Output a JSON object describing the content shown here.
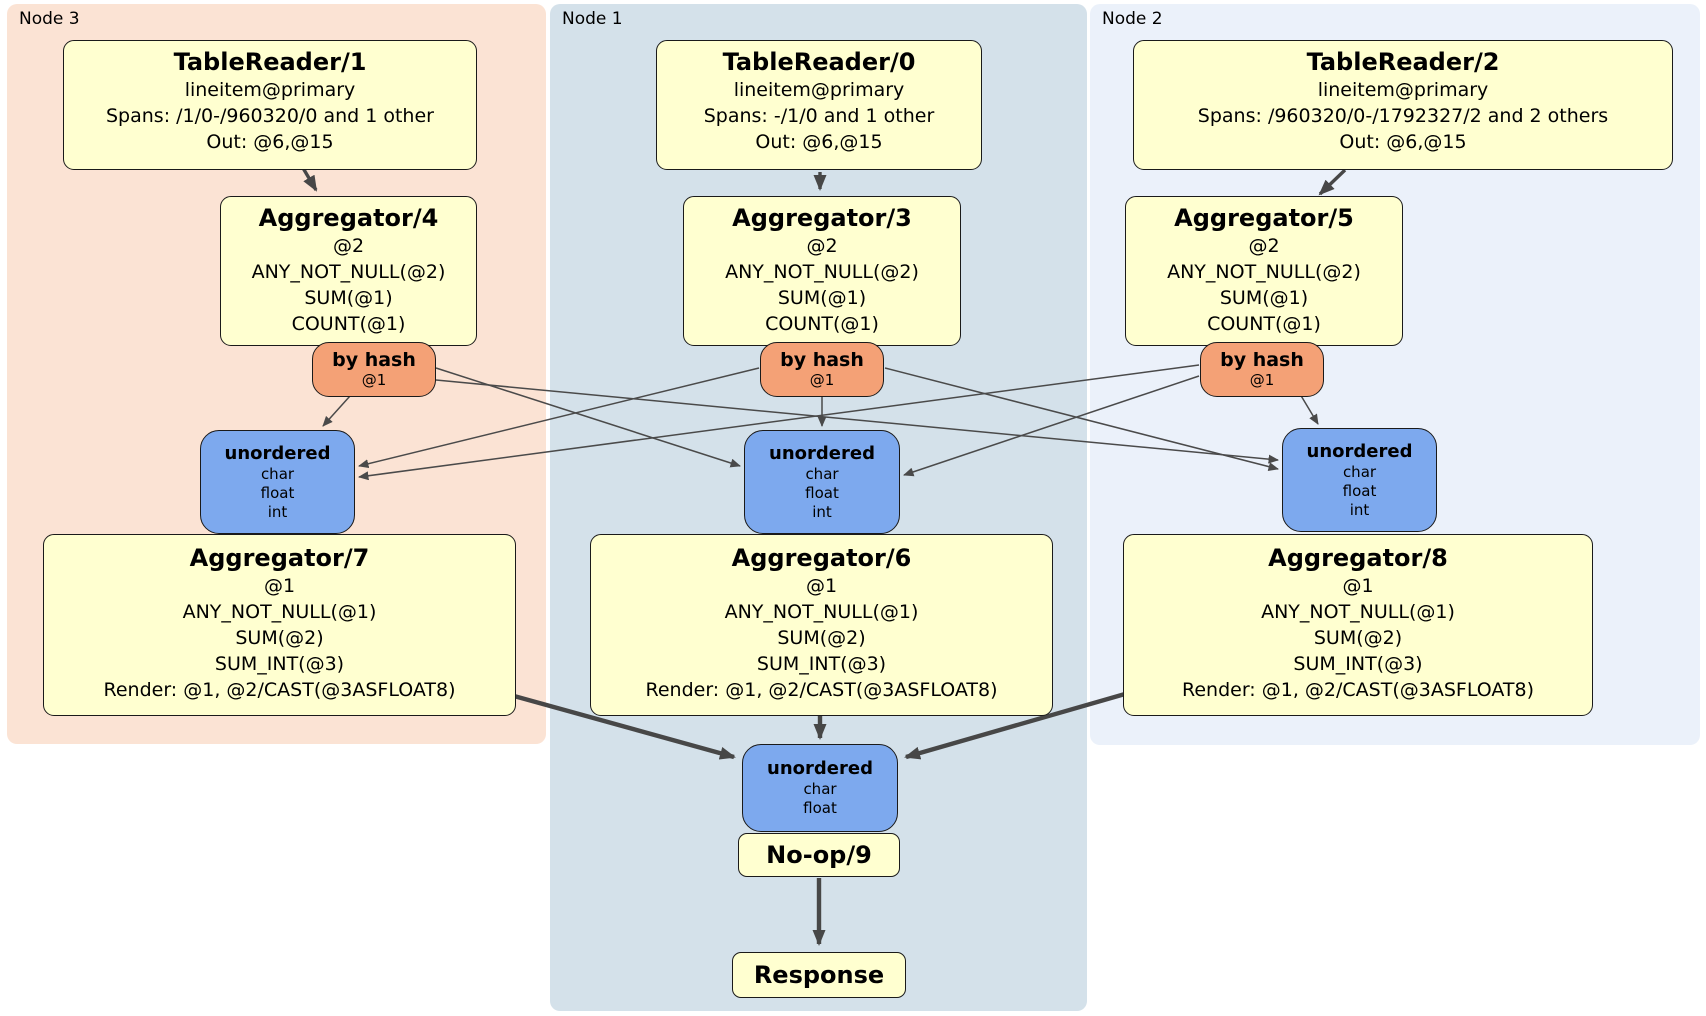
{
  "diagram_type": "distributed-sql-plan",
  "colors": {
    "panel_node3": "#fbe3d4",
    "panel_node1": "#d4e1ea",
    "panel_node2": "#ebf1fa",
    "processor_fill": "#ffffd0",
    "router_fill": "#f4a176",
    "sync_fill": "#7da9ee",
    "edge": "#4a4a4a",
    "background": "#ffffff"
  },
  "nodes": [
    {
      "label": "Node 3",
      "table_reader": {
        "title": "TableReader/1",
        "lines": [
          "lineitem@primary",
          "Spans: /1/0-/960320/0 and 1 other",
          "Out: @6,@15"
        ]
      },
      "aggregator_top": {
        "title": "Aggregator/4",
        "lines": [
          "@2",
          "ANY_NOT_NULL(@2)",
          "SUM(@1)",
          "COUNT(@1)"
        ]
      },
      "router": {
        "title": "by hash",
        "key": "@1"
      },
      "sync": {
        "title": "unordered",
        "types": [
          "char",
          "float",
          "int"
        ]
      },
      "aggregator_bottom": {
        "title": "Aggregator/7",
        "lines": [
          "@1",
          "ANY_NOT_NULL(@1)",
          "SUM(@2)",
          "SUM_INT(@3)",
          "Render: @1, @2/CAST(@3ASFLOAT8)"
        ]
      }
    },
    {
      "label": "Node 1",
      "table_reader": {
        "title": "TableReader/0",
        "lines": [
          "lineitem@primary",
          "Spans: -/1/0 and 1 other",
          "Out: @6,@15"
        ]
      },
      "aggregator_top": {
        "title": "Aggregator/3",
        "lines": [
          "@2",
          "ANY_NOT_NULL(@2)",
          "SUM(@1)",
          "COUNT(@1)"
        ]
      },
      "router": {
        "title": "by hash",
        "key": "@1"
      },
      "sync": {
        "title": "unordered",
        "types": [
          "char",
          "float",
          "int"
        ]
      },
      "aggregator_bottom": {
        "title": "Aggregator/6",
        "lines": [
          "@1",
          "ANY_NOT_NULL(@1)",
          "SUM(@2)",
          "SUM_INT(@3)",
          "Render: @1, @2/CAST(@3ASFLOAT8)"
        ]
      }
    },
    {
      "label": "Node 2",
      "table_reader": {
        "title": "TableReader/2",
        "lines": [
          "lineitem@primary",
          "Spans: /960320/0-/1792327/2 and 2 others",
          "Out: @6,@15"
        ]
      },
      "aggregator_top": {
        "title": "Aggregator/5",
        "lines": [
          "@2",
          "ANY_NOT_NULL(@2)",
          "SUM(@1)",
          "COUNT(@1)"
        ]
      },
      "router": {
        "title": "by hash",
        "key": "@1"
      },
      "sync": {
        "title": "unordered",
        "types": [
          "char",
          "float",
          "int"
        ]
      },
      "aggregator_bottom": {
        "title": "Aggregator/8",
        "lines": [
          "@1",
          "ANY_NOT_NULL(@1)",
          "SUM(@2)",
          "SUM_INT(@3)",
          "Render: @1, @2/CAST(@3ASFLOAT8)"
        ]
      }
    }
  ],
  "output": {
    "sync": {
      "title": "unordered",
      "types": [
        "char",
        "float"
      ]
    },
    "noop": {
      "title": "No-op/9"
    },
    "response": {
      "title": "Response"
    }
  }
}
